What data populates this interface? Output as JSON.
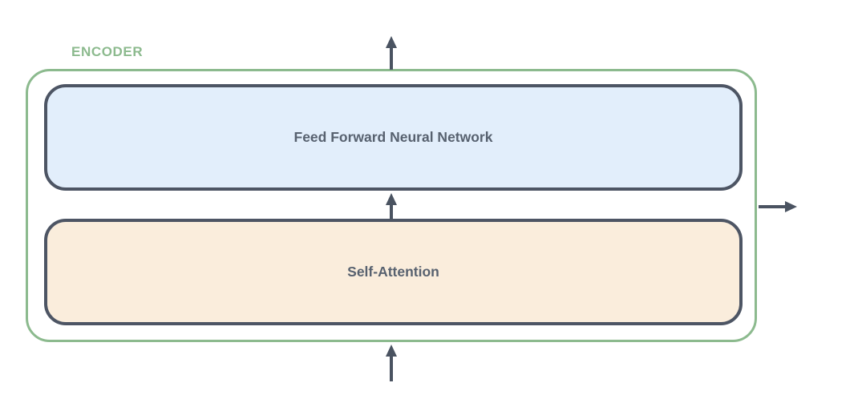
{
  "diagram": {
    "encoder_label": "ENCODER",
    "blocks": [
      {
        "id": "feed-forward",
        "label": "Feed Forward Neural Network",
        "fill": "#E2EEFB"
      },
      {
        "id": "self-attention",
        "label": "Self-Attention",
        "fill": "#FAEDDC"
      }
    ],
    "icons": [
      "input-arrow-up-icon",
      "inter-block-arrow-up-icon",
      "output-arrow-up-icon",
      "output-arrow-right-icon"
    ],
    "colors": {
      "encoder_accent": "#8CBA8E",
      "block_border": "#4D5564",
      "block_text": "#57616F",
      "arrow": "#4A5361",
      "background": "#FFFFFF"
    }
  }
}
